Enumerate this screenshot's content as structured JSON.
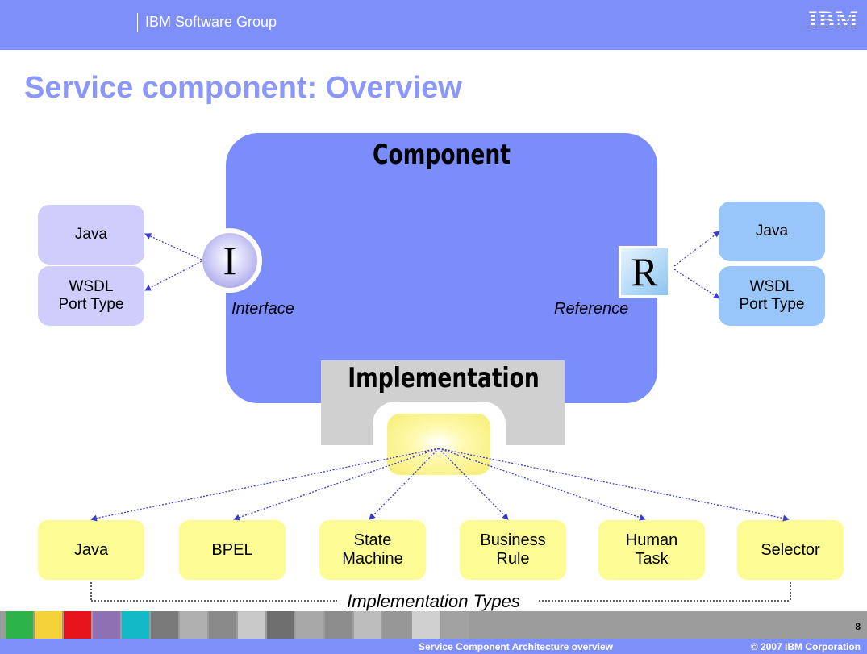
{
  "header": {
    "group": "IBM Software Group",
    "logo": "IBM"
  },
  "title": "Service component: Overview",
  "component": {
    "label": "Component",
    "implementation_label": "Implementation"
  },
  "interface": {
    "symbol": "I",
    "caption": "Interface"
  },
  "reference": {
    "symbol": "R",
    "caption": "Reference"
  },
  "interface_types": [
    {
      "label": "Java"
    },
    {
      "label": "WSDL\nPort Type"
    }
  ],
  "reference_types": [
    {
      "label": "Java"
    },
    {
      "label": "WSDL\nPort Type"
    }
  ],
  "implementation_types": [
    {
      "label": "Java"
    },
    {
      "label": "BPEL"
    },
    {
      "label": "State\nMachine"
    },
    {
      "label": "Business\nRule"
    },
    {
      "label": "Human\nTask"
    },
    {
      "label": "Selector"
    }
  ],
  "implementation_types_caption": "Implementation Types",
  "footer": {
    "page": "8",
    "presentation": "Service Component Architecture overview",
    "copyright": "© 2007 IBM Corporation"
  },
  "colors": {
    "header": "#7f8ffa",
    "component": "#7b8cfb",
    "interface_box": "#cfcdfb",
    "reference_box": "#99c6fa",
    "type_box": "#fcfb94",
    "arrow": "#3b3bcf"
  },
  "footer_tiles": [
    "#2db34a",
    "#f6d23a",
    "#e8141c",
    "#8f70b3",
    "#14b9c8",
    "#7a7a7a",
    "#b0b0b0",
    "#8a8a8a",
    "#c8c8c8",
    "#6f6f6f",
    "#a8a8a8",
    "#8c8c8c",
    "#bdbdbd",
    "#979797",
    "#d0d0d0",
    "#a2a2a2"
  ]
}
